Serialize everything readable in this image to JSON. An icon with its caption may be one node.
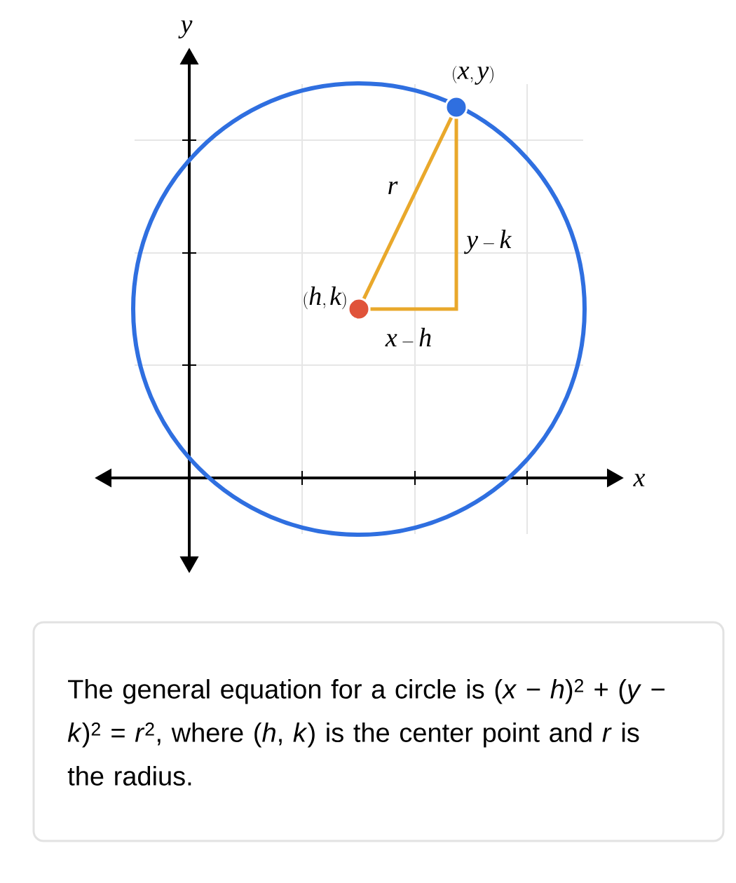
{
  "diagram": {
    "caption": "The general equation for a circle is (*x* − *h*)$^{2}$ + (*y* − *k*)$^{2}$ = *r*$^{2}$, where (*h*, *k*) is the center point and *r* is the radius.",
    "nodes": [
      {
        "text": [],
        "shape": "circle",
        "beside": [
          "(h, k)"
        ]
      },
      {
        "text": [],
        "shape": "circle",
        "beside": [
          "(x, y)"
        ]
      }
    ],
    "edges": [
      {
        "from": 0,
        "to": 1,
        "arrow": "none",
        "label": "r"
      },
      {
        "from": 0,
        "to": 1,
        "arrow": "none"
      }
    ],
    "labels": [
      "y",
      "x",
      "y - k",
      "x - h"
    ]
  }
}
